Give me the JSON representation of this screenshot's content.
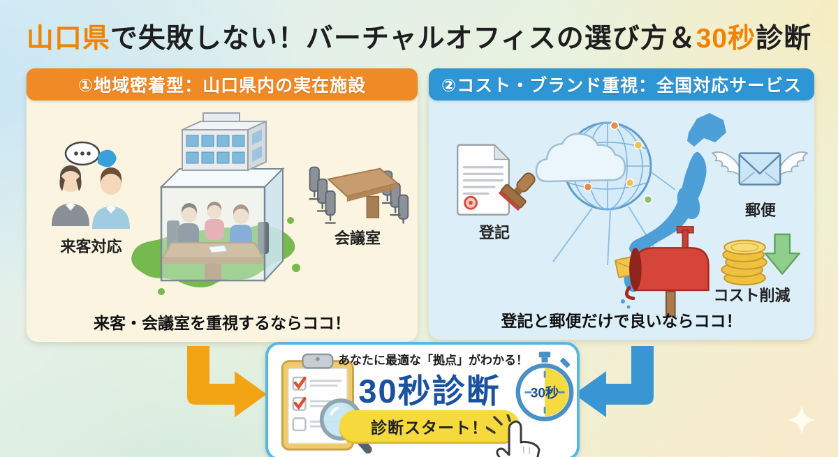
{
  "page": {
    "title": {
      "highlight_prefecture": "山口県",
      "middle": "で失敗しない！バーチャルオフィスの選び方＆",
      "highlight_seconds": "30秒",
      "suffix": "診断"
    }
  },
  "left_panel": {
    "header": "①地域密着型：山口県内の実在施設",
    "reception_label": "来客対応",
    "meeting_room_label": "会議室",
    "footer": "来客・会議室を重視するならココ！"
  },
  "right_panel": {
    "header": "②コスト・ブランド重視：全国対応サービス",
    "registration_label": "登記",
    "mail_label": "郵便",
    "cost_reduction_label": "コスト削減",
    "footer": "登記と郵便だけで良いならココ！"
  },
  "cta": {
    "tagline": "あなたに最適な「拠点」がわかる！",
    "headline": "30秒診断",
    "button_label": "診断スタート！",
    "stopwatch_label": "30秒"
  },
  "colors": {
    "accent_orange": "#F08300",
    "header_orange": "#EF8A26",
    "header_blue": "#2E96D5",
    "left_panel_bg": "#FBF4E1",
    "right_panel_bg": "#DCEFF9",
    "cta_border": "#56B7E3",
    "cta_headline_blue": "#19519E",
    "button_yellow": "#F6D93C",
    "arrow_orange": "#F2A415",
    "arrow_blue": "#3A96D2",
    "map_green": "#76B94E",
    "japan_blue": "#4D9FD8"
  }
}
